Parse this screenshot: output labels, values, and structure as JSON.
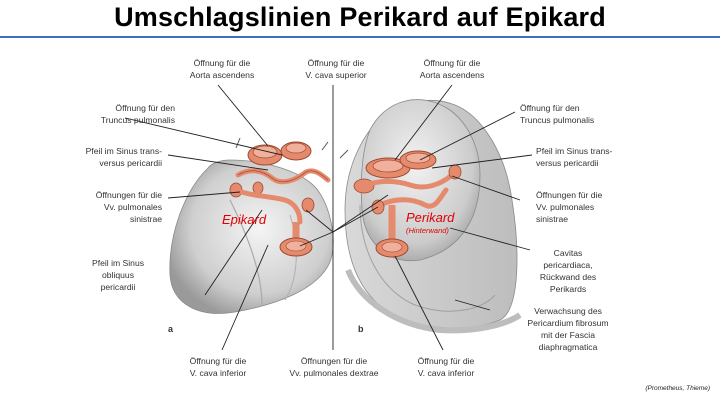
{
  "title": "Umschlagslinien Perikard auf Epikard",
  "credit": "(Prometheus, Thieme)",
  "panel_a": "a",
  "panel_b": "b",
  "overlay": {
    "epikard": "Epikard",
    "perikard": "Perikard",
    "hinterwand": "(Hinterwand)"
  },
  "labels": {
    "aorta_a": [
      "Öffnung für die",
      "Aorta ascendens"
    ],
    "cava_sup": [
      "Öffnung für die",
      "V. cava superior"
    ],
    "aorta_b": [
      "Öffnung für die",
      "Aorta ascendens"
    ],
    "truncus_a": [
      "Öffnung für den",
      "Truncus pulmonalis"
    ],
    "truncus_b": [
      "Öffnung für den",
      "Truncus pulmonalis"
    ],
    "sinus_trans_a": [
      "Pfeil im Sinus trans-",
      "versus pericardii"
    ],
    "sinus_trans_b": [
      "Pfeil im Sinus trans-",
      "versus pericardii"
    ],
    "pulm_sin_a": [
      "Öffnungen für die",
      "Vv. pulmonales",
      "sinistrae"
    ],
    "pulm_sin_b": [
      "Öffnungen für die",
      "Vv. pulmonales",
      "sinistrae"
    ],
    "sinus_obl": [
      "Pfeil im Sinus",
      "obliquus",
      "pericardii"
    ],
    "cavitas": [
      "Cavitas",
      "pericardiaca,",
      "Rückwand des",
      "Perikards"
    ],
    "verwachsung": [
      "Verwachsung des",
      "Pericardium fibrosum",
      "mit der Fascia",
      "diaphragmatica"
    ],
    "cava_inf_a": [
      "Öffnung für die",
      "V. cava inferior"
    ],
    "pulm_dex": [
      "Öffnungen für die",
      "Vv. pulmonales dextrae"
    ],
    "cava_inf_b": [
      "Öffnung für die",
      "V. cava inferior"
    ]
  },
  "colors": {
    "rule": "#3b6fc4",
    "highlight": "#e00000",
    "vessel": "#e58a6c"
  }
}
